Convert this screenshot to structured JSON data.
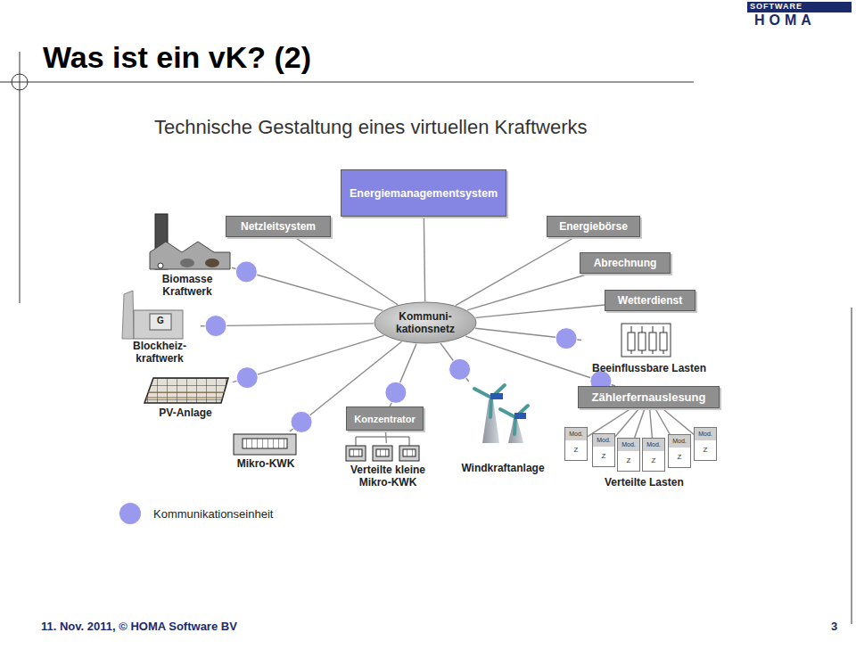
{
  "diagram": {
    "title": "Was ist ein vK? (2)",
    "nodes": [
      {
        "text": [
          "Energiemanagementsystem"
        ]
      },
      {
        "text": [
          "Netzleitsystem"
        ]
      },
      {
        "text": [
          "Energiebörse"
        ]
      },
      {
        "text": [
          "Biomasse Kraftwerk"
        ]
      },
      {
        "text": [
          "Abrechnung"
        ]
      },
      {
        "text": [
          "Wetterdienst"
        ]
      },
      {
        "text": [
          "Blockheiz- kraftwerk"
        ]
      },
      {
        "text": [
          "Kommuni- kationsnetz"
        ]
      },
      {
        "text": [
          "Beeinflussbare Lasten"
        ]
      },
      {
        "text": [
          "PV-Anlage"
        ]
      },
      {
        "text": [
          "Zählerfernauslesung"
        ]
      },
      {
        "text": [
          "Konzentrator"
        ]
      },
      {
        "text": [
          "Mikro-KWK"
        ]
      },
      {
        "text": [
          "Verteilte kleine Mikro-KWK"
        ]
      },
      {
        "text": [
          "Windkraftanlage"
        ]
      },
      {
        "text": [
          "Mod.",
          "Z"
        ]
      },
      {
        "text": [
          "Mod.",
          "Z"
        ]
      },
      {
        "text": [
          "Mod.",
          "Z"
        ]
      },
      {
        "text": [
          "Mod.",
          "Z"
        ]
      },
      {
        "text": [
          "Mod.",
          "Z"
        ]
      },
      {
        "text": [
          "Mod.",
          "Z"
        ]
      }
    ],
    "edges": [
      {
        "from": 7,
        "to": 0,
        "arrow": "none"
      },
      {
        "from": 7,
        "to": 1,
        "arrow": "none"
      },
      {
        "from": 7,
        "to": 2,
        "arrow": "none"
      },
      {
        "from": 7,
        "to": 3,
        "arrow": "none"
      },
      {
        "from": 7,
        "to": 4,
        "arrow": "none"
      },
      {
        "from": 7,
        "to": 5,
        "arrow": "none"
      },
      {
        "from": 7,
        "to": 6,
        "arrow": "none"
      },
      {
        "from": 7,
        "to": 8,
        "arrow": "none"
      },
      {
        "from": 7,
        "to": 9,
        "arrow": "none"
      },
      {
        "from": 7,
        "to": 10,
        "arrow": "none"
      },
      {
        "from": 7,
        "to": 11,
        "arrow": "none"
      },
      {
        "from": 7,
        "to": 12,
        "arrow": "none"
      },
      {
        "from": 7,
        "to": 14,
        "arrow": "none"
      },
      {
        "from": 11,
        "to": 13,
        "arrow": "none"
      },
      {
        "from": 10,
        "to": 15,
        "arrow": "none"
      },
      {
        "from": 10,
        "to": 16,
        "arrow": "none"
      },
      {
        "from": 10,
        "to": 17,
        "arrow": "none"
      },
      {
        "from": 10,
        "to": 18,
        "arrow": "none"
      },
      {
        "from": 10,
        "to": 19,
        "arrow": "none"
      },
      {
        "from": 10,
        "to": 20,
        "arrow": "none"
      }
    ],
    "labels": [
      "SOFTWARE",
      "HOMA",
      "Technische Gestaltung eines virtuellen Kraftwerks",
      "Verteilte Lasten",
      "11. Nov. 2011, © HOMA Software BV",
      "3",
      "G"
    ],
    "legend": [
      {
        "text": "Kommunikationseinheit",
        "color": "#9999ee"
      }
    ]
  }
}
